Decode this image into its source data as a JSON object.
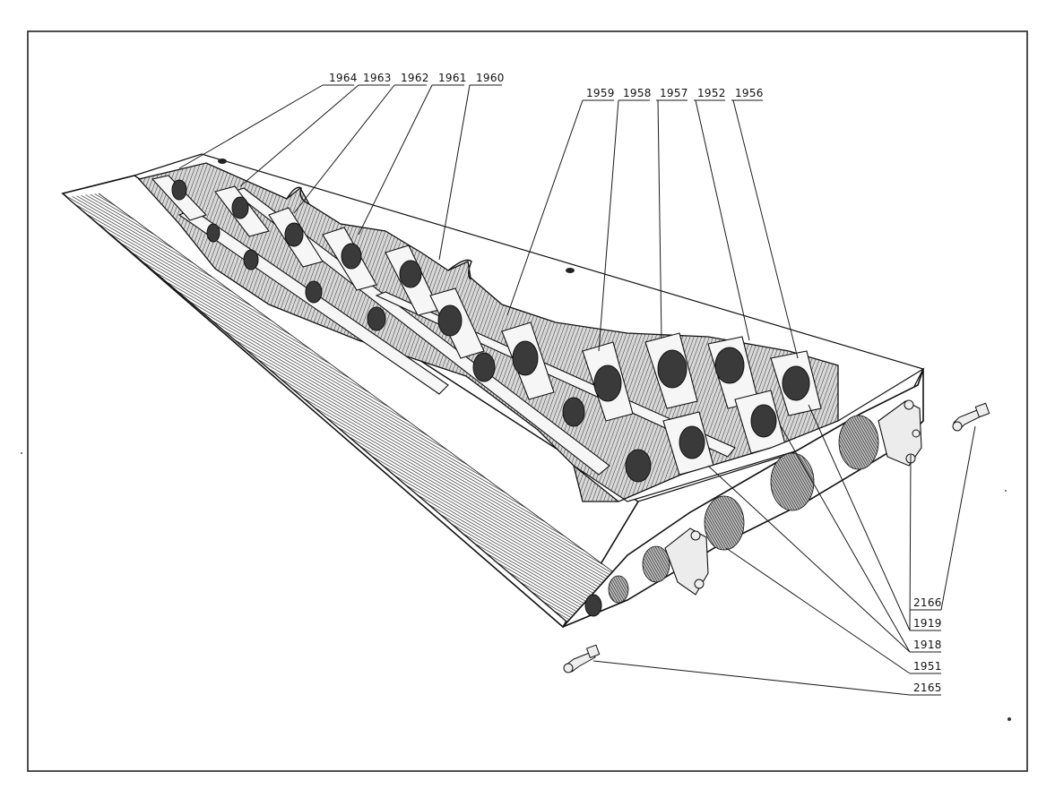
{
  "diagram": {
    "callouts_top": [
      "1964",
      "1963",
      "1962",
      "1961",
      "1960",
      "1959",
      "1958",
      "1957",
      "1952",
      "1956"
    ],
    "callouts_right": [
      "2166",
      "1919",
      "1918",
      "1951",
      "2165"
    ],
    "icons": [
      "wing-structure-illustration",
      "bolt-icon"
    ]
  }
}
